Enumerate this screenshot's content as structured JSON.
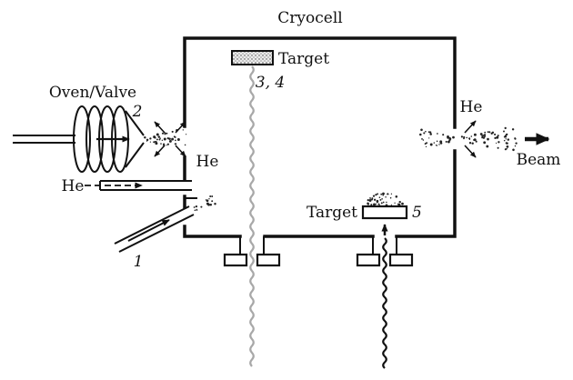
{
  "diagram": {
    "title": "Cryocell",
    "oven": {
      "label": "Oven/Valve",
      "number": "2"
    },
    "helium": {
      "left_expansion": "He",
      "inlet": "He",
      "right_expansion": "He"
    },
    "targets": {
      "top": {
        "label": "Target",
        "number": "3, 4"
      },
      "bottom": {
        "label": "Target",
        "number": "5"
      }
    },
    "tube_number": "1",
    "beam_label": "Beam",
    "colors": {
      "ink": "#111111",
      "laser_gray": "#a8a8a8"
    }
  }
}
